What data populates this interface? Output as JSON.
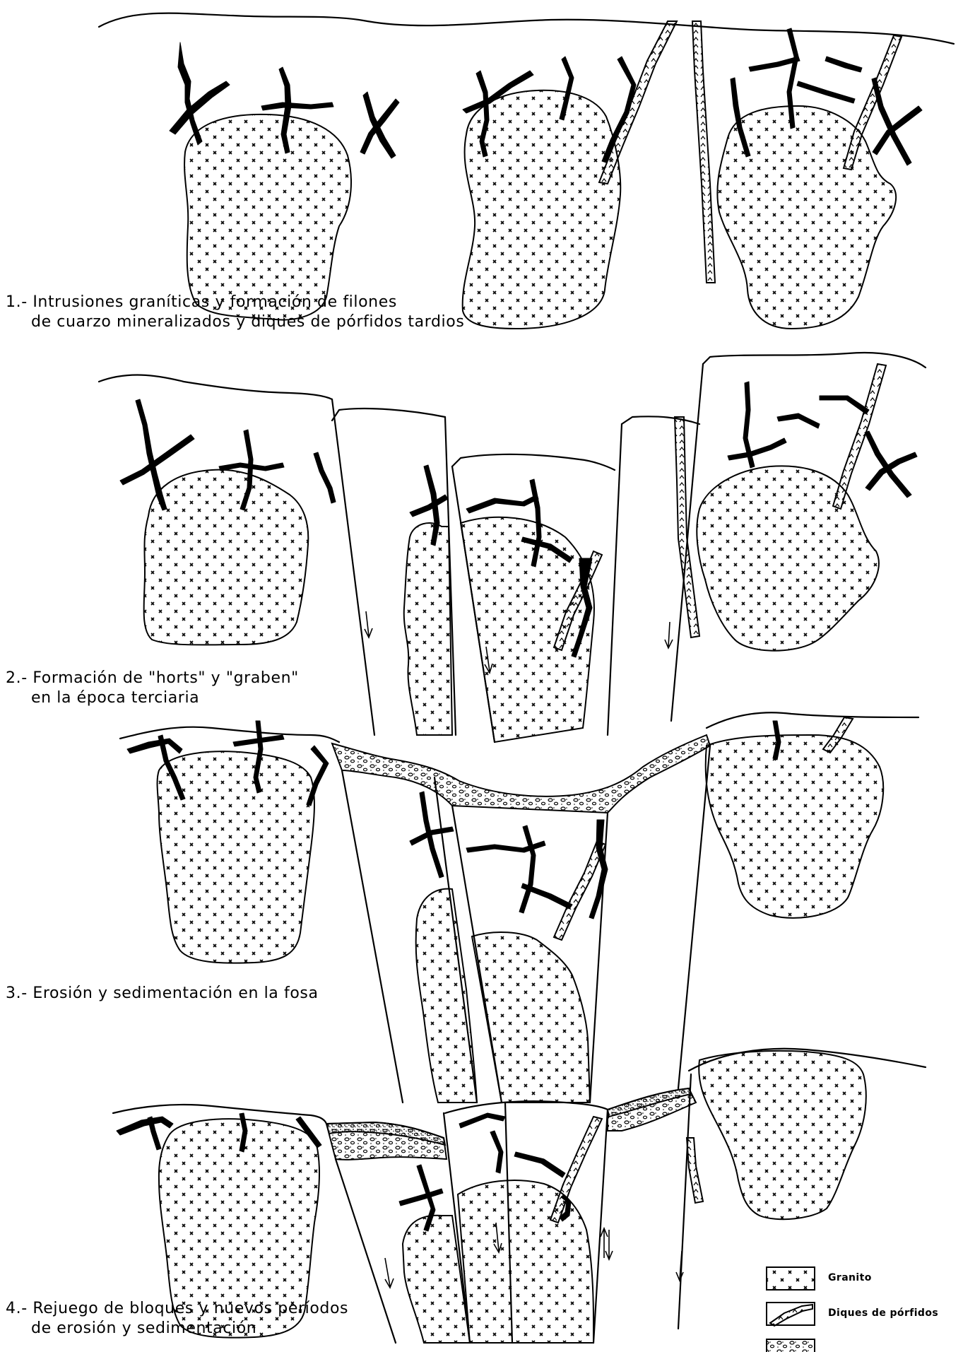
{
  "captions": {
    "stage1": {
      "line1": "1.- Intrusiones graníticas y formación de filones",
      "line2": "de cuarzo mineralizados y diques de pórfidos tardios"
    },
    "stage2": {
      "line1": "2.- Formación de \"horts\" y \"graben\"",
      "line2": "en la época terciaria"
    },
    "stage3": {
      "line1": "3.- Erosión y sedimentación en la fosa"
    },
    "stage4": {
      "line1": "4.- Rejuego de bloques y nuevos períodos",
      "line2": "de erosión y sedimentación"
    }
  },
  "legend": {
    "items": [
      {
        "label": "Granito",
        "pattern": "granite-crosses"
      },
      {
        "label": "Diques de pórfidos",
        "pattern": "dike-chevrons"
      },
      {
        "label": "",
        "pattern": "sediment-fill"
      }
    ]
  },
  "colors": {
    "ink": "#000000",
    "paper": "#ffffff"
  }
}
